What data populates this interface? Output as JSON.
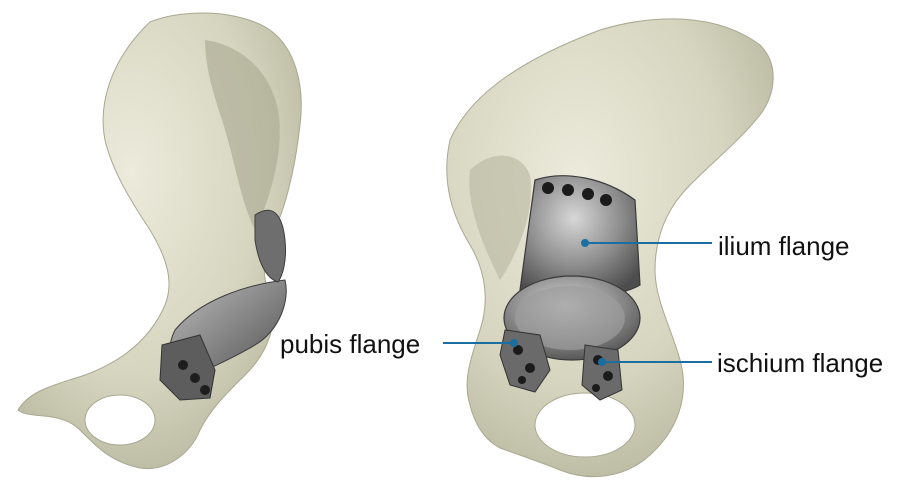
{
  "labels": {
    "ilium": "ilium flange",
    "pubis": "pubis flange",
    "ischium": "ischium flange"
  },
  "colors": {
    "bone": "#dcdcc8",
    "implant": "#8a8a8a",
    "leader_line": "#1a6fa0",
    "text": "#111111"
  }
}
